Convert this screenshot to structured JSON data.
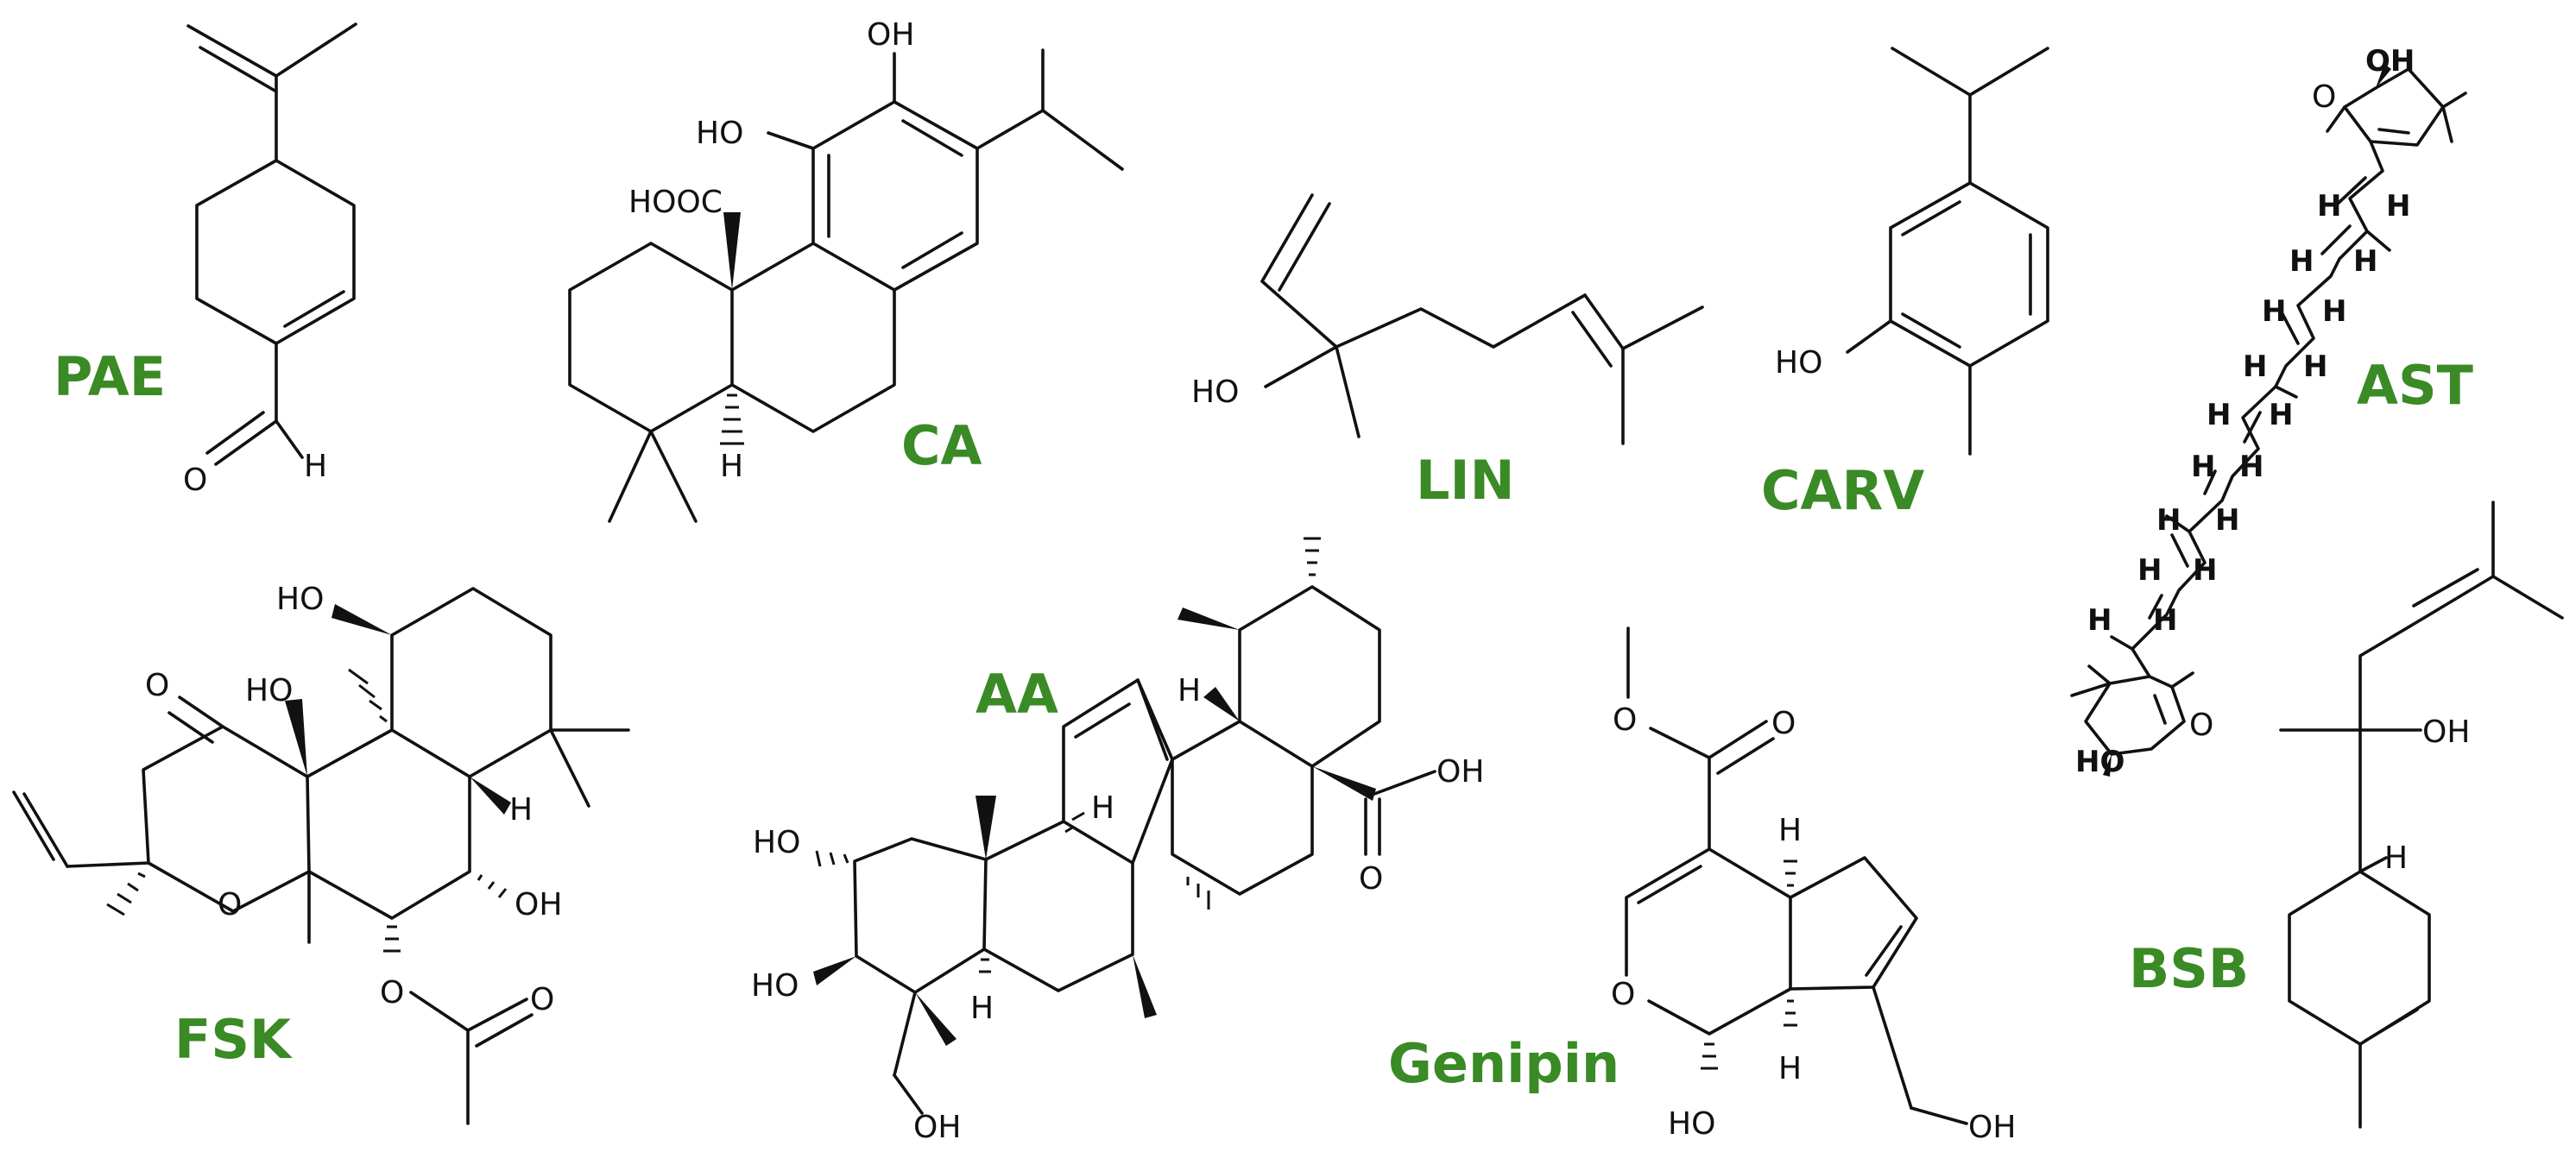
{
  "colors": {
    "label": "#3a8a25",
    "bond": "#111111"
  },
  "compounds": [
    {
      "name": "PAE"
    },
    {
      "name": "CA"
    },
    {
      "name": "LIN"
    },
    {
      "name": "CARV"
    },
    {
      "name": "AST"
    },
    {
      "name": "FSK"
    },
    {
      "name": "AA"
    },
    {
      "name": "Genipin"
    },
    {
      "name": "BSB"
    }
  ],
  "atom_labels": {
    "OH": "OH",
    "HO": "HO",
    "O": "O",
    "H": "H",
    "HOOC": "HOOC"
  }
}
